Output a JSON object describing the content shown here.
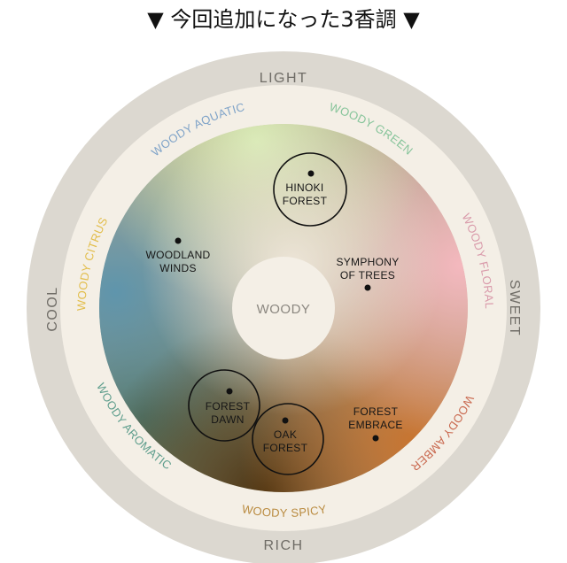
{
  "heading": "▼ 今回追加になった3香調 ▼",
  "directions": {
    "top": "LIGHT",
    "right": "SWEET",
    "bottom": "RICH",
    "left": "COOL"
  },
  "center": "WOODY",
  "families": [
    {
      "id": "aquatic",
      "label": "WOODY AQUATIC",
      "color": "#7fa3c8"
    },
    {
      "id": "green",
      "label": "WOODY GREEN",
      "color": "#86c49a"
    },
    {
      "id": "floral",
      "label": "WOODY FLORAL",
      "color": "#d99aaa"
    },
    {
      "id": "amber",
      "label": "WOODY AMBER",
      "color": "#c9684e"
    },
    {
      "id": "spicy",
      "label": "WOODY SPICY",
      "color": "#b98a3e"
    },
    {
      "id": "aromatic",
      "label": "WOODY AROMATIC",
      "color": "#5f9e8d"
    },
    {
      "id": "citrus",
      "label": "WOODY CITRUS",
      "color": "#e2bd4a"
    }
  ],
  "scents": [
    {
      "id": "hinoki",
      "lines": [
        "HINOKI",
        "FOREST"
      ],
      "highlighted": true
    },
    {
      "id": "woodland",
      "lines": [
        "WOODLAND",
        "WINDS"
      ],
      "highlighted": false
    },
    {
      "id": "symphony",
      "lines": [
        "SYMPHONY",
        "OF TREES"
      ],
      "highlighted": false
    },
    {
      "id": "dawn",
      "lines": [
        "FOREST",
        "DAWN"
      ],
      "highlighted": true
    },
    {
      "id": "oak",
      "lines": [
        "OAK",
        "FOREST"
      ],
      "highlighted": true
    },
    {
      "id": "embrace",
      "lines": [
        "FOREST",
        "EMBRACE"
      ],
      "highlighted": false
    }
  ],
  "colors": {
    "outer_ring": "#dcd8d0",
    "inner_ring": "#f4efe6",
    "center_disc": "#f4efe6"
  }
}
